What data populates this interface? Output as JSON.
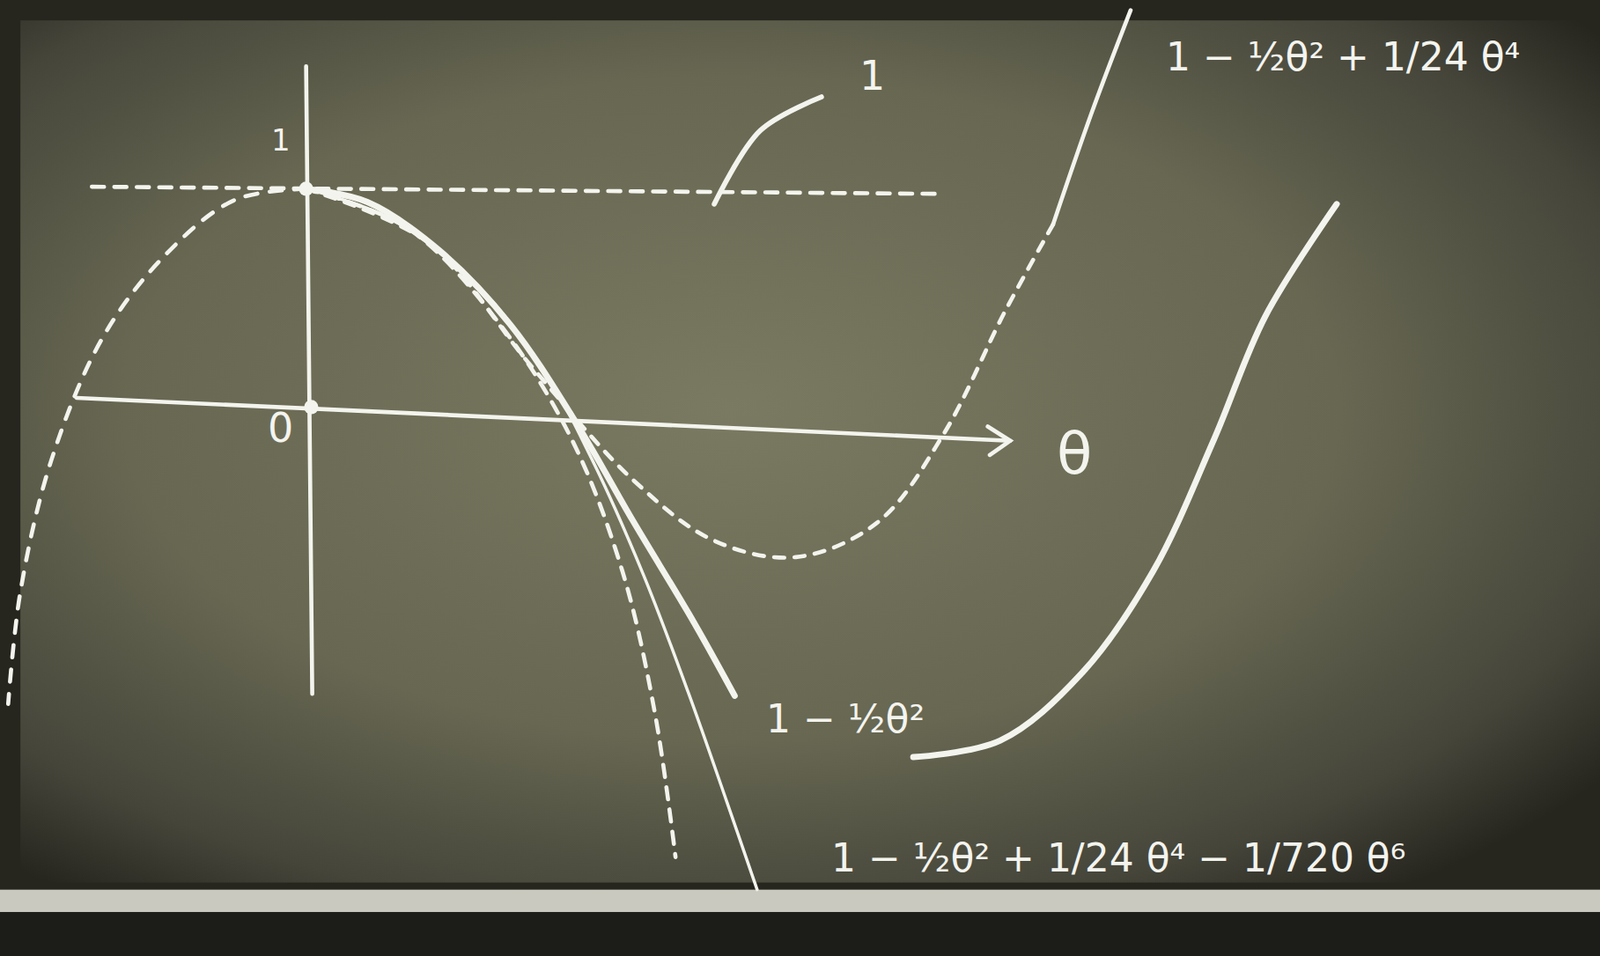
{
  "diagram": {
    "labels": [
      "1",
      "0",
      "θ",
      "1",
      "1 − ½θ² + 1/24 θ⁴",
      "1 − ½θ²",
      "1 − ½θ² + 1/24 θ⁴ − 1/720 θ⁶"
    ]
  }
}
